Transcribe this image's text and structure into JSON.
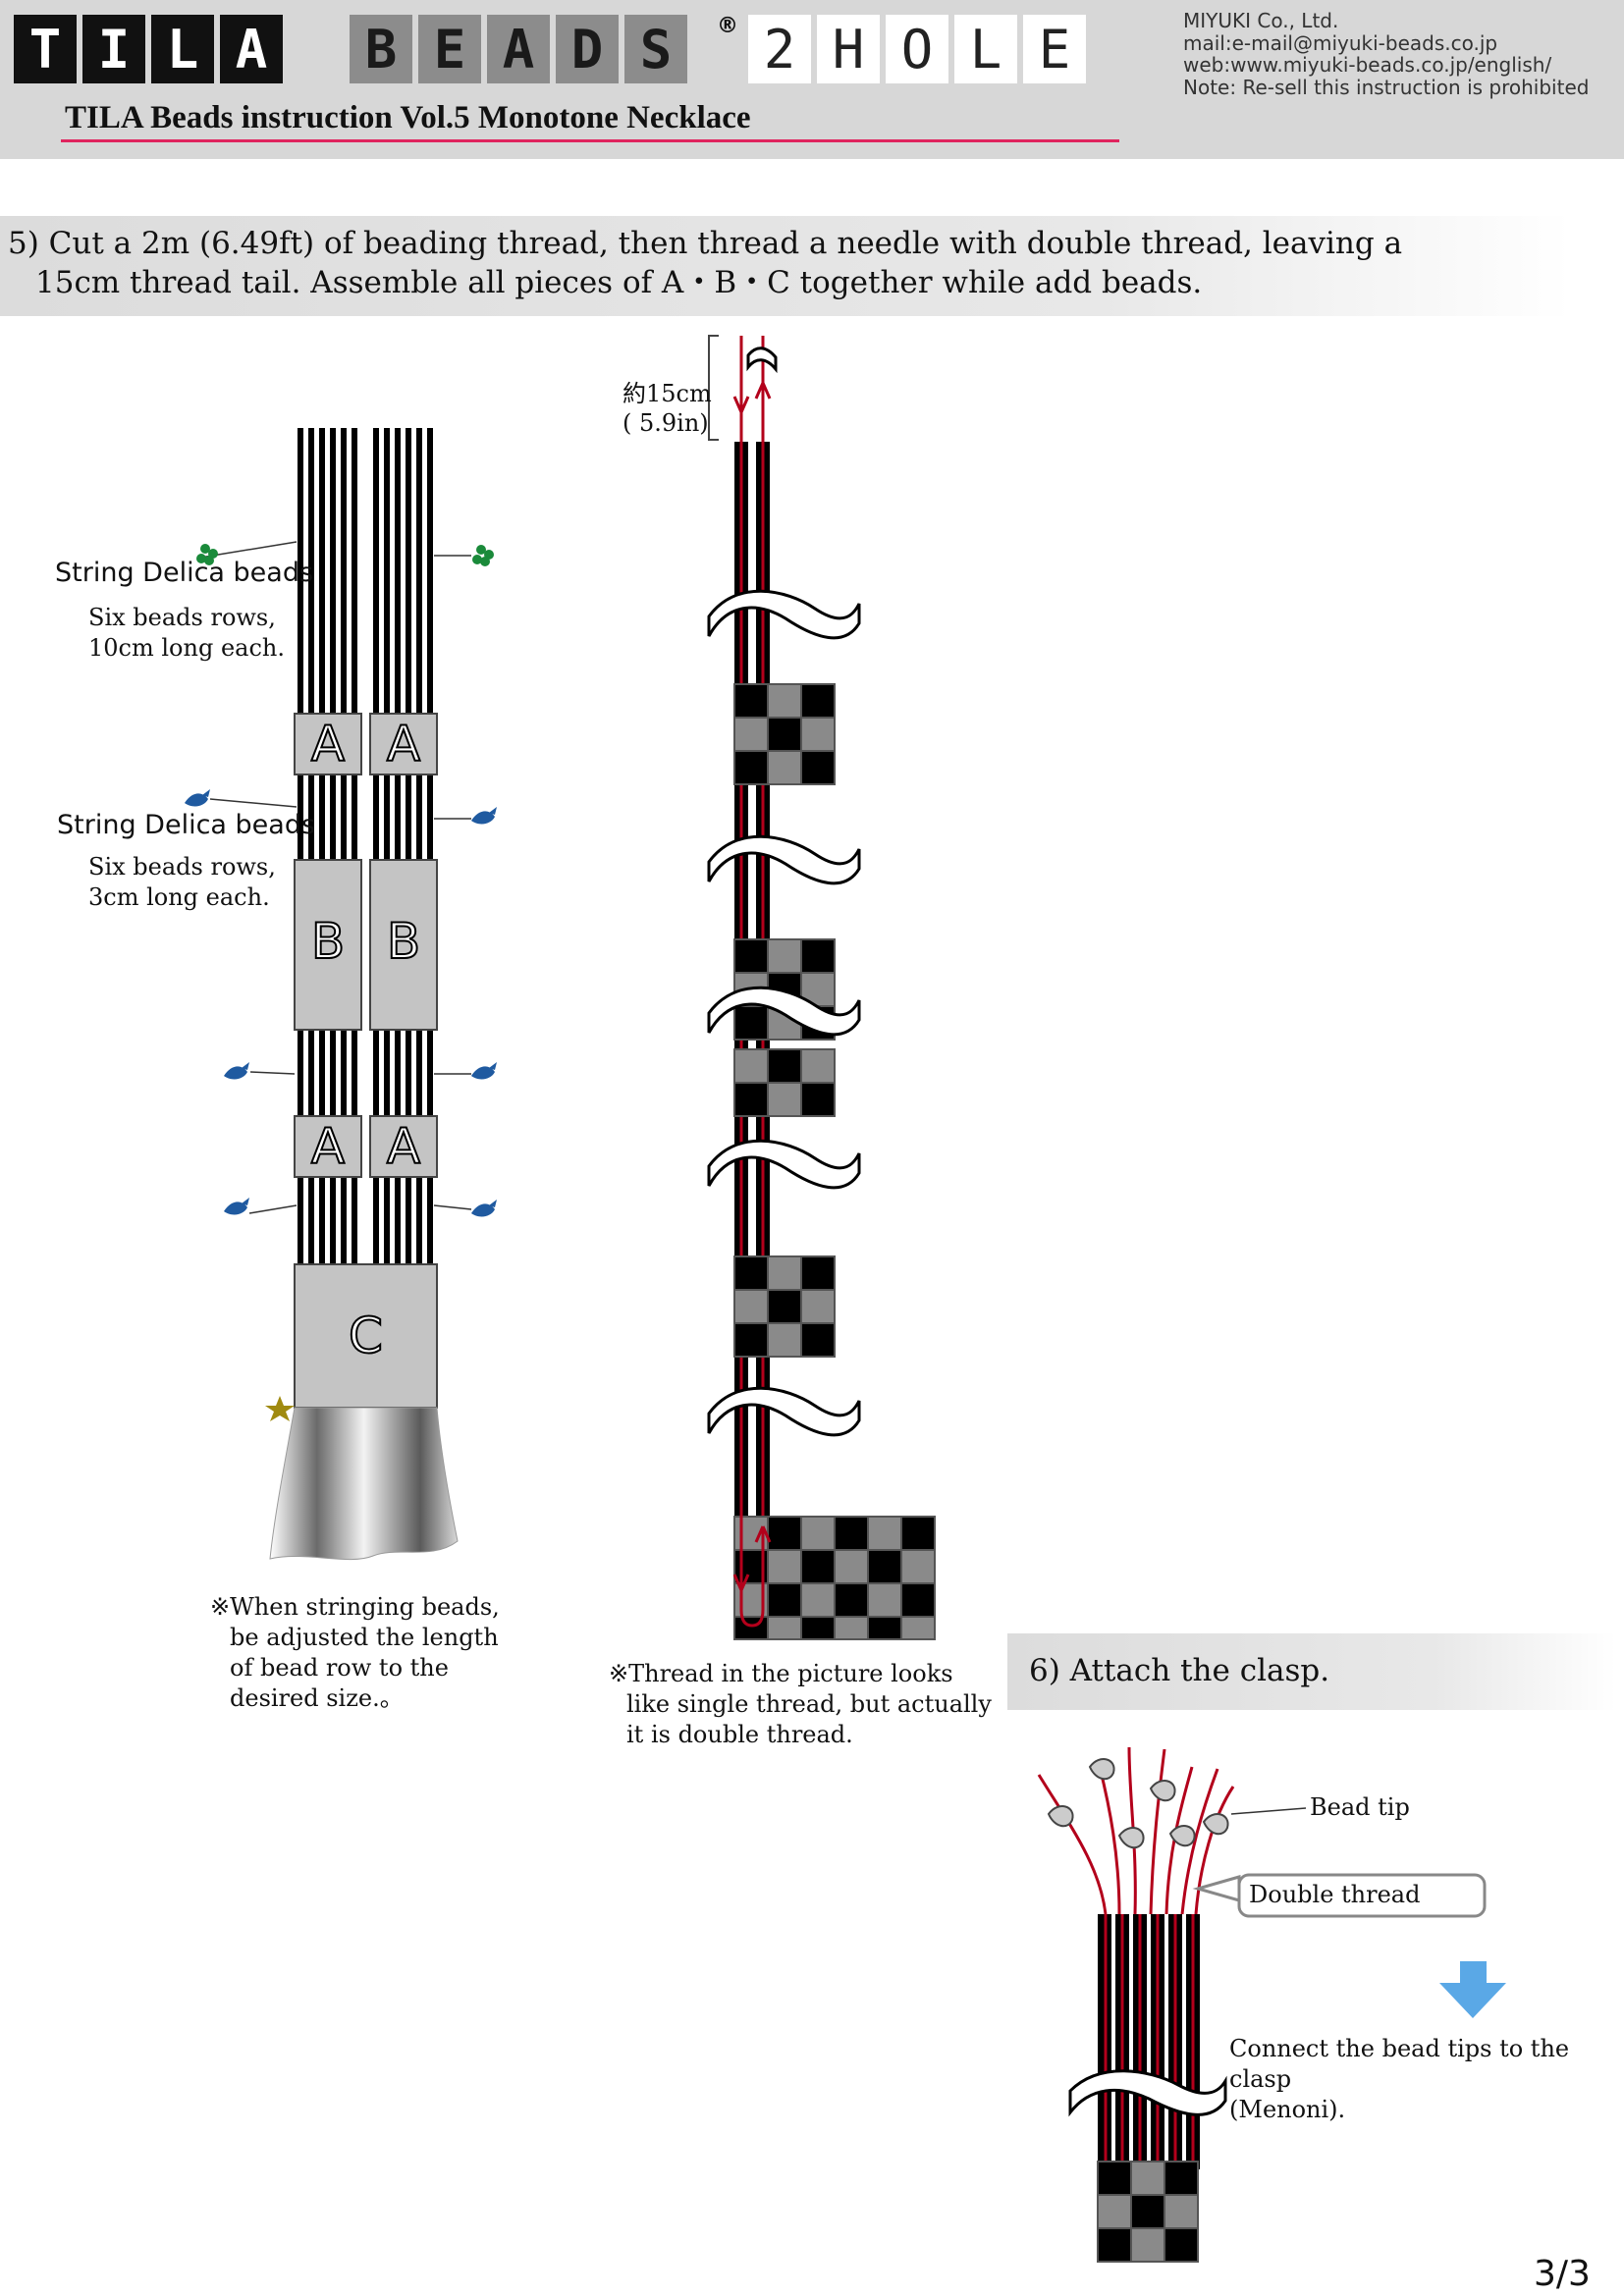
{
  "header": {
    "logo_tila": [
      "T",
      "I",
      "L",
      "A"
    ],
    "logo_beads": [
      "B",
      "E",
      "A",
      "D",
      "S"
    ],
    "logo_registered": "®",
    "logo_2hole": [
      "2",
      "H",
      "O",
      "L",
      "E"
    ],
    "title": "TILA Beads instruction Vol.5 Monotone Necklace",
    "company": {
      "name": "MIYUKI Co., Ltd.",
      "mail": "mail:e-mail@miyuki-beads.co.jp",
      "web": "web:www.miyuki-beads.co.jp/english/",
      "note": "Note: Re-sell this instruction is prohibited"
    }
  },
  "step5": {
    "line1": "5) Cut a 2m (6.49ft) of beading thread, then thread a needle with double thread, leaving a",
    "line2": "15cm thread tail. Assemble all pieces of A・B・C together while add beads."
  },
  "left_diagram": {
    "label1_title": "String Delica beads",
    "label1_line1": "Six beads rows,",
    "label1_line2": "10cm long each.",
    "label2_title": "String Delica beads",
    "label2_line1": "Six beads rows,",
    "label2_line2": "3cm long each.",
    "piece_a": "A",
    "piece_b": "B",
    "piece_c": "C",
    "note_line1": "※When stringing beads,",
    "note_line2": "be adjusted the length",
    "note_line3": "of bead row to the",
    "note_line4": "desired size.。"
  },
  "middle_diagram": {
    "tail_cm": "約15cm",
    "tail_in": "( 5.9in)",
    "note_line1": "※Thread in the picture looks",
    "note_line2": "like single thread, but actually",
    "note_line3": "it is double thread."
  },
  "step6": {
    "title": "6) Attach the clasp.",
    "bead_tip_label": "Bead tip",
    "double_thread_label": "Double thread",
    "connect_line1": "Connect the bead tips to the clasp",
    "connect_line2": "(Menoni)."
  },
  "page_number": "3/3",
  "colors": {
    "thread_red": "#b3001b",
    "title_underline": "#e0245e",
    "arrow_blue": "#5aa8e6",
    "clover_green": "#1a8a3a",
    "bird_blue": "#1f5aa0",
    "star_gold": "#a08a10"
  }
}
